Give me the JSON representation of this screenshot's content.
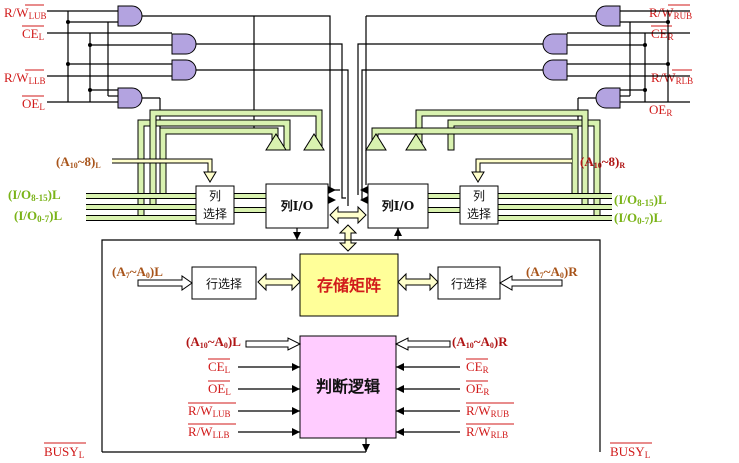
{
  "left_signals": {
    "rw_lub": "R/W",
    "rw_lub_sub": "LUB",
    "ce": "CE",
    "ce_sub": "L",
    "rw_llb": "R/W",
    "rw_llb_sub": "LLB",
    "oe": "OE",
    "oe_sub": "L",
    "addr_col": "(A",
    "addr_col_sub": "10",
    "addr_col_tail": "~8)",
    "addr_col_end": "L",
    "io_hi": "(I/O",
    "io_hi_sub": "8-15",
    "io_hi_end": ")L",
    "io_lo": "(I/O",
    "io_lo_sub": "0-7",
    "io_lo_end": ")L",
    "addr_row": "(A",
    "addr_row_sub": "7",
    "addr_row_tail": "~A",
    "addr_row_sub2": "0",
    "addr_row_end": ")L",
    "addr_full": "(A",
    "addr_full_sub": "10",
    "addr_full_tail": "~A",
    "addr_full_sub2": "0",
    "addr_full_end": ")L",
    "logic_ce": "CE",
    "logic_ce_sub": "L",
    "logic_oe": "OE",
    "logic_oe_sub": "L",
    "logic_rw_lub": "R/W",
    "logic_rw_lub_sub": "LUB",
    "logic_rw_llb": "R/W",
    "logic_rw_llb_sub": "LLB",
    "busy": "BUSY",
    "busy_sub": "L"
  },
  "right_signals": {
    "rw_rub": "R/W",
    "rw_rub_sub": "RUB",
    "ce": "CE",
    "ce_sub": "R",
    "rw_rlb": "R/W",
    "rw_rlb_sub": "RLB",
    "oe": "OE",
    "oe_sub": "R",
    "addr_col": "(A",
    "addr_col_sub": "10",
    "addr_col_tail": "~8)",
    "addr_col_end": "R",
    "io_hi": "(I/O",
    "io_hi_sub": "8-15",
    "io_hi_end": ")L",
    "io_lo": "(I/O",
    "io_lo_sub": "0-7",
    "io_lo_end": ")L",
    "addr_row": "(A",
    "addr_row_sub": "7",
    "addr_row_tail": "~A",
    "addr_row_sub2": "0",
    "addr_row_end": ")R",
    "addr_full": "(A",
    "addr_full_sub": "10",
    "addr_full_tail": "~A",
    "addr_full_sub2": "0",
    "addr_full_end": ")R",
    "logic_ce": "CE",
    "logic_ce_sub": "R",
    "logic_oe": "OE",
    "logic_oe_sub": "R",
    "logic_rw_rub": "R/W",
    "logic_rw_rub_sub": "RUB",
    "logic_rw_rlb": "R/W",
    "logic_rw_rlb_sub": "RLB",
    "busy": "BUSY",
    "busy_sub": "L"
  },
  "blocks": {
    "col_select_line1": "列",
    "col_select_line2": "选择",
    "col_io": "列I/O",
    "row_select": "行选择",
    "storage_matrix": "存储矩阵",
    "arbitration_logic": "判断逻辑"
  },
  "colors": {
    "storage_fill": "#ffff99",
    "logic_fill": "#ffccff",
    "gate_fill": "#b3a3e0",
    "bus_fill": "#d9f2b0",
    "arrow_fill": "#ffffcc",
    "label_red": "#d11a1a",
    "label_brown": "#a8541a",
    "label_green": "#7ab317"
  }
}
